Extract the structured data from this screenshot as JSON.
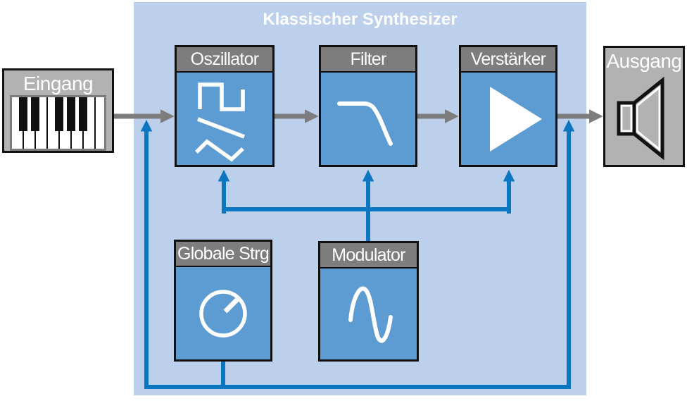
{
  "diagram": {
    "title": "Klassischer Synthesizer",
    "colors": {
      "panel_background": "#bcd0ec",
      "module_fill": "#5d9bd3",
      "module_header": "#7d7d7d",
      "io_fill": "#b2b2b2",
      "audio_signal_line": "#7d7d7d",
      "control_signal_line": "#0d76c0",
      "border": "#111111",
      "label_text": "#ffffff"
    },
    "nodes": {
      "input": {
        "label": "Eingang",
        "icon": "piano-keyboard-icon"
      },
      "oscillator": {
        "label": "Oszillator",
        "icon": "waveform-shapes-icon"
      },
      "filter": {
        "label": "Filter",
        "icon": "lowpass-curve-icon"
      },
      "amplifier": {
        "label": "Verstärker",
        "icon": "amplifier-triangle-icon"
      },
      "output": {
        "label": "Ausgang",
        "icon": "speaker-icon"
      },
      "global_controls": {
        "label": "Globale Strg",
        "icon": "knob-icon"
      },
      "modulator": {
        "label": "Modulator",
        "icon": "sine-wave-icon"
      }
    },
    "connections": [
      {
        "from": "input",
        "to": "oscillator",
        "type": "audio-signal"
      },
      {
        "from": "oscillator",
        "to": "filter",
        "type": "audio-signal"
      },
      {
        "from": "filter",
        "to": "amplifier",
        "type": "audio-signal"
      },
      {
        "from": "amplifier",
        "to": "output",
        "type": "audio-signal"
      },
      {
        "from": "modulator",
        "to": "oscillator",
        "type": "control-signal"
      },
      {
        "from": "modulator",
        "to": "filter",
        "type": "control-signal"
      },
      {
        "from": "modulator",
        "to": "amplifier",
        "type": "control-signal"
      },
      {
        "from": "global_controls",
        "to": "input-signal-path",
        "type": "control-signal"
      },
      {
        "from": "global_controls",
        "to": "output-signal-path",
        "type": "control-signal"
      }
    ]
  }
}
